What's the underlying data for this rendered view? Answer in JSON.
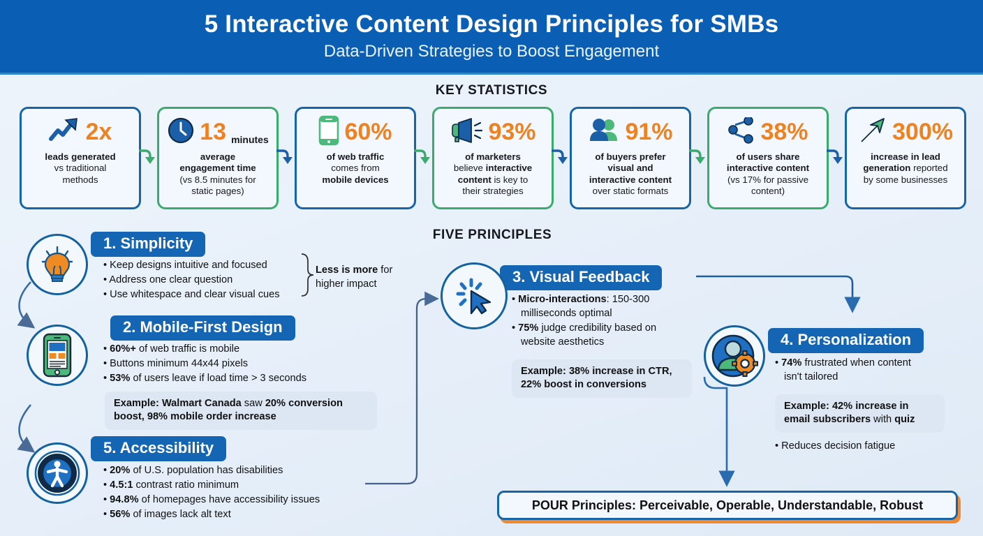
{
  "header": {
    "title": "5 Interactive Content Design Principles for SMBs",
    "subtitle": "Data-Driven Strategies to Boost Engagement",
    "bg_color": "#0a5fb4"
  },
  "sections": {
    "stats_title": "KEY STATISTICS",
    "principles_title": "FIVE PRINCIPLES"
  },
  "colors": {
    "blue": "#1565a8",
    "green": "#3bab6d",
    "orange": "#ef8220",
    "banner_blue": "#1565b5",
    "background": "#eaf2fa"
  },
  "stats": [
    {
      "icon": "trending-up-icon",
      "number": "2x",
      "unit": "",
      "desc_html": "<b>leads generated</b><br>vs traditional<br>methods",
      "border": "blue"
    },
    {
      "icon": "clock-icon",
      "number": "13",
      "unit": "minutes",
      "desc_html": "<b>average<br>engagement time</b><br>(vs 8.5 minutes for<br>static pages)",
      "border": "green"
    },
    {
      "icon": "mobile-phone-icon",
      "number": "60%",
      "unit": "",
      "desc_html": "<b>of web traffic</b><br>comes from<br><b>mobile devices</b>",
      "border": "blue"
    },
    {
      "icon": "megaphone-icon",
      "number": "93%",
      "unit": "",
      "desc_html": "<b>of marketers</b><br>believe <b>interactive</b><br><b>content</b> is key to<br>their strategies",
      "border": "green"
    },
    {
      "icon": "people-icon",
      "number": "91%",
      "unit": "",
      "desc_html": "<b>of buyers prefer<br>visual and<br>interactive content</b><br>over static formats",
      "border": "blue"
    },
    {
      "icon": "share-icon",
      "number": "38%",
      "unit": "",
      "desc_html": "<b>of users share<br>interactive content</b><br>(vs 17% for passive<br>content)",
      "border": "green"
    },
    {
      "icon": "arrow-up-right-icon",
      "number": "300%",
      "unit": "",
      "desc_html": "<b>increase in lead<br>generation</b> reported<br>by some businesses",
      "border": "blue"
    }
  ],
  "principles": [
    {
      "id": "simplicity",
      "title": "1. Simplicity",
      "icon": "lightbulb-icon",
      "bullets_html": [
        "Keep designs intuitive and focused",
        "Address one clear question",
        "Use whitespace and clear visual cues"
      ],
      "callout_html": "<b>Less is more</b> for<br>higher impact"
    },
    {
      "id": "mobile-first-design",
      "title": "2. Mobile-First Design",
      "icon": "smartphone-icon",
      "bullets_html": [
        "<b>60%+</b> of web traffic is mobile",
        "Buttons minimum 44x44 pixels",
        "<b>53%</b> of users leave if load time &gt; 3 seconds"
      ],
      "example_html": "<b>Example: Walmart Canada</b> saw <b>20% conversion</b><br><b>boost, 98% mobile order increase</b>"
    },
    {
      "id": "visual-feedback",
      "title": "3. Visual Feedback",
      "icon": "click-cursor-icon",
      "bullets_html": [
        "<b>Micro-interactions</b>: 150-300<br>milliseconds optimal",
        "<b>75%</b> judge credibility based on<br>website aesthetics"
      ],
      "example_html": "<b>Example: 38% increase in CTR,<br>22% boost in conversions</b>"
    },
    {
      "id": "personalization",
      "title": "4. Personalization",
      "icon": "user-gear-icon",
      "bullets_html": [
        "<b>74%</b> frustrated when content<br>isn't tailored"
      ],
      "example_html": "<b>Example: 42% increase in<br>email subscribers</b> with <b>quiz</b>",
      "bullets_after_html": [
        "Reduces decision fatigue"
      ]
    },
    {
      "id": "accessibility",
      "title": "5. Accessibility",
      "icon": "accessibility-icon",
      "bullets_html": [
        "<b>20%</b> of U.S. population has disabilities",
        "<b>4.5:1</b> contrast ratio minimum",
        "<b>94.8%</b> of homepages have accessibility issues",
        "<b>56%</b> of images lack alt text"
      ]
    }
  ],
  "footer": {
    "pour": "POUR Principles: Perceivable, Operable, Understandable, Robust"
  }
}
